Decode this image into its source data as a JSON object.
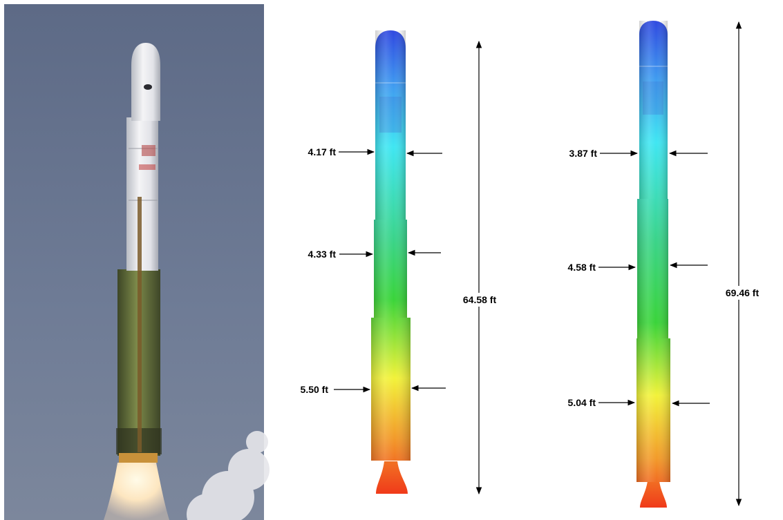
{
  "rocket_a": {
    "diameters": [
      "4.17 ft",
      "4.33 ft",
      "5.50 ft"
    ],
    "length": "64.58 ft"
  },
  "rocket_b": {
    "diameters": [
      "3.87 ft",
      "4.58 ft",
      "5.04 ft"
    ],
    "length": "69.46 ft"
  },
  "colors": {
    "sky": "#6f7c96",
    "gradient_top": "#2f49e0",
    "gradient_cyan": "#3fe6f2",
    "gradient_green": "#3ad43a",
    "gradient_yellow": "#f2f23a",
    "gradient_bottom": "#f03a1a"
  }
}
